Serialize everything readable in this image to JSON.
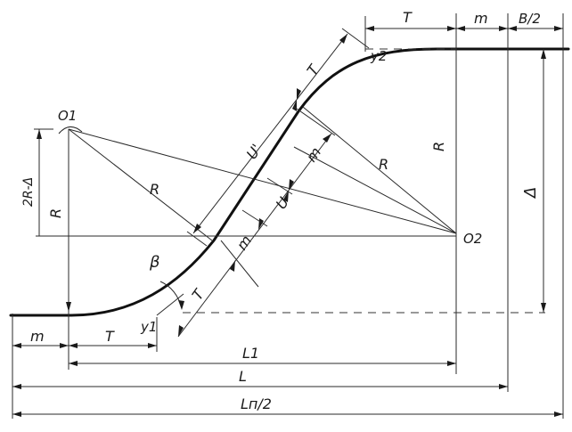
{
  "labels": {
    "o1": "O1",
    "o2": "O2",
    "y1": "y1",
    "y2": "y2",
    "t_top": "T",
    "m_top": "m",
    "b_half": "B/2",
    "t_diag": "T",
    "u_prime": "U'",
    "m_diag": "m",
    "u_diag": "U",
    "m_diag2": "m",
    "t_diag2": "T",
    "r_left": "R",
    "r_right": "R",
    "r_vert_left": "R",
    "r_vert_right": "R",
    "two_r_minus_delta": "2R-Δ",
    "delta": "Δ",
    "beta": "β",
    "m_bottom": "m",
    "t_bottom": "T",
    "l1": "L1",
    "l": "L",
    "ln_half": "Lп/2"
  }
}
